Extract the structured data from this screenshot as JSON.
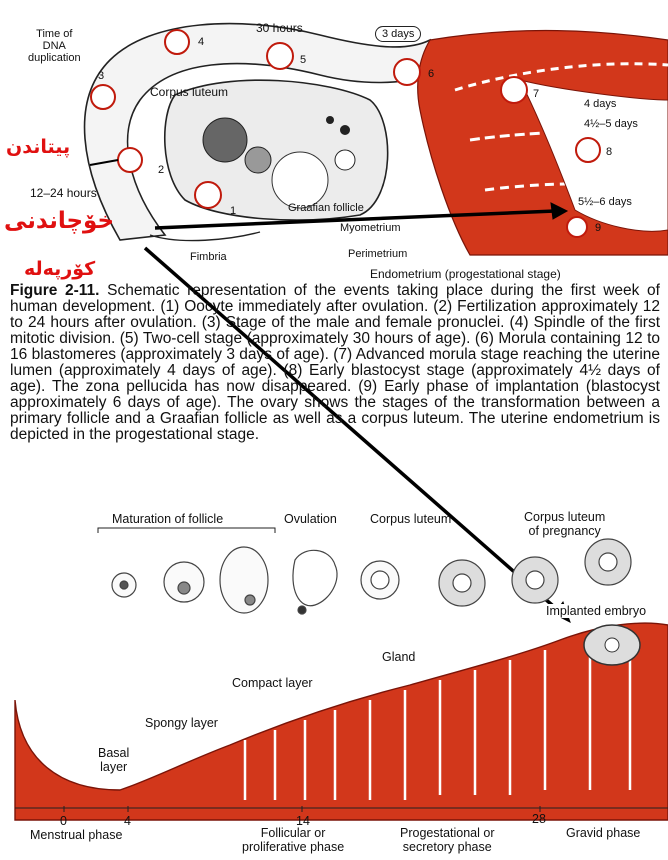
{
  "top_diagram": {
    "labels": {
      "time_dna": "Time of\nDNA\nduplication",
      "thirty_hours": "30 hours",
      "three_days": "3 days",
      "corpus_luteum": "Corpus luteum",
      "twelve_24": "12–24 hours",
      "graafian": "Graafian follicle",
      "fimbria": "Fimbria",
      "myometrium": "Myometrium",
      "perimetrium": "Perimetrium",
      "endometrium": "Endometrium (progestational stage)",
      "four_days": "4 days",
      "four_half": "4½–5 days",
      "five_half": "5½–6 days"
    },
    "stage_numbers": [
      "1",
      "2",
      "3",
      "4",
      "5",
      "6",
      "7",
      "8",
      "9"
    ],
    "kurdish": [
      "پیتاندن",
      "خۆچاندنی",
      "کۆرپەلە"
    ]
  },
  "caption": {
    "figure_label": "Figure 2-11.",
    "text": "Schematic representation of the events taking place during the first week of human development. (1) Oocyte immediately after ovulation. (2) Fertilization approximately 12 to 24 hours after ovulation. (3) Stage of the male and female pronuclei. (4) Spindle of the first mitotic division. (5) Two-cell stage (approximately 30 hours of age). (6) Morula containing 12 to 16 blastomeres (approximately 3 days of age). (7) Advanced morula stage reaching the uterine lumen (approximately 4 days of age). (8) Early blastocyst stage (approximately 4½ days of age). The zona pellucida has now disappeared. (9) Early phase of implantation (blastocyst approximately 6 days of age). The ovary shows the stages of the transformation between a primary follicle and a Graafian follicle as well as a corpus luteum. The uterine endometrium is depicted in the progestational stage."
  },
  "bottom_diagram": {
    "header_labels": {
      "maturation": "Maturation of follicle",
      "ovulation": "Ovulation",
      "corpus_luteum": "Corpus luteum",
      "corpus_preg": "Corpus luteum\nof pregnancy",
      "implanted": "Implanted embryo"
    },
    "layer_labels": {
      "gland": "Gland",
      "compact": "Compact layer",
      "spongy": "Spongy layer",
      "basal": "Basal\nlayer"
    },
    "day_ticks": [
      "0",
      "4",
      "14",
      "28"
    ],
    "phases": [
      "Menstrual phase",
      "Follicular or\nproliferative phase",
      "Progestational or\nsecretory phase",
      "Gravid phase"
    ]
  },
  "colors": {
    "tissue": "#d2371b",
    "tissue_dark": "#a81f10",
    "kurdish_text": "#e01010",
    "arrow": "#000000"
  }
}
